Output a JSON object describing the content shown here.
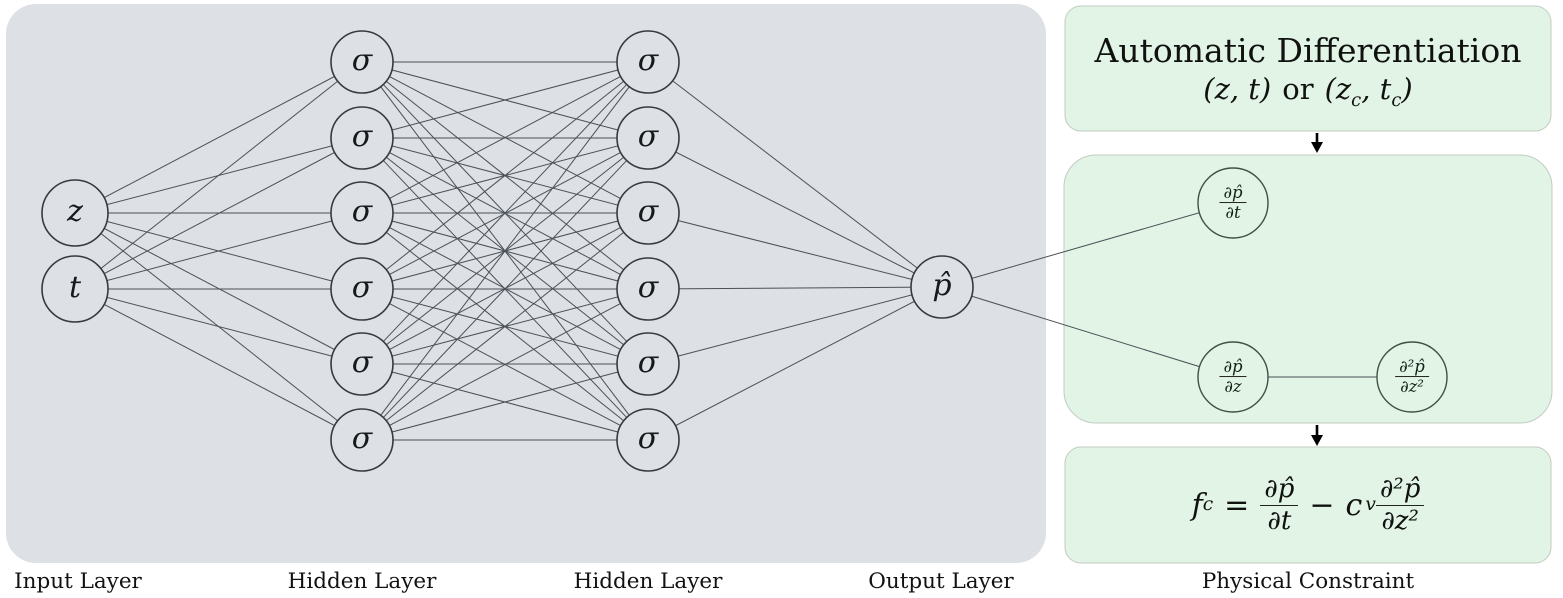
{
  "labels": {
    "input": "Input Layer",
    "hidden1": "Hidden Layer",
    "hidden2": "Hidden Layer",
    "output": "Output Layer",
    "constraint": "Physical Constraint"
  },
  "network": {
    "sigma": "σ",
    "input1": "z",
    "input2": "t",
    "output": "p̂"
  },
  "ad_box": {
    "title": "Automatic Differentiation",
    "expr": {
      "p1": "(z, t)",
      "or": "or",
      "p2": "(z",
      "sub1": "c",
      "p3": ", t",
      "sub2": "c",
      "p4": ")"
    }
  },
  "deriv_box": {
    "dpdt": {
      "num": "∂p̂",
      "den": "∂t"
    },
    "dpdz": {
      "num": "∂p̂",
      "den": "∂z"
    },
    "d2pdz2": {
      "num": "∂²p̂",
      "den": "∂z²"
    }
  },
  "constraint": {
    "lhs": "f",
    "lhs_sub": "c",
    "eq": "=",
    "frac1": {
      "num": "∂p̂",
      "den": "∂t"
    },
    "minus": "−",
    "coeff": "c",
    "coeff_sub": "v",
    "frac2": {
      "num": "∂²p̂",
      "den": "∂z²"
    }
  },
  "colors": {
    "panel_gray": "#dde1e6",
    "box_green": "#e2f4e6",
    "box_border": "#c2cbc3",
    "node_stroke": "#343a40",
    "edge": "#4a5056",
    "green_node_stroke": "#3d5147",
    "arrow": "#000000"
  }
}
